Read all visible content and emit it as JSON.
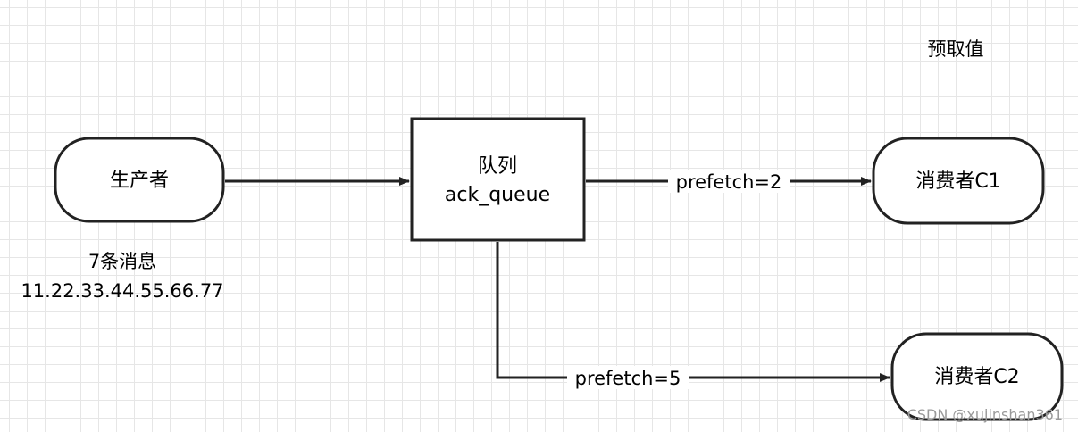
{
  "title_label": "预取值",
  "producer": {
    "label": "生产者"
  },
  "queue": {
    "line1": "队列",
    "line2": "ack_queue"
  },
  "consumer1": {
    "label": "消费者C1"
  },
  "consumer2": {
    "label": "消费者C2"
  },
  "edge_c1": {
    "label": "prefetch=2"
  },
  "edge_c2": {
    "label": "prefetch=5"
  },
  "messages": {
    "line1": "7条消息",
    "line2": "11.22.33.44.55.66.77"
  },
  "watermark": "CSDN @xujinshan361"
}
